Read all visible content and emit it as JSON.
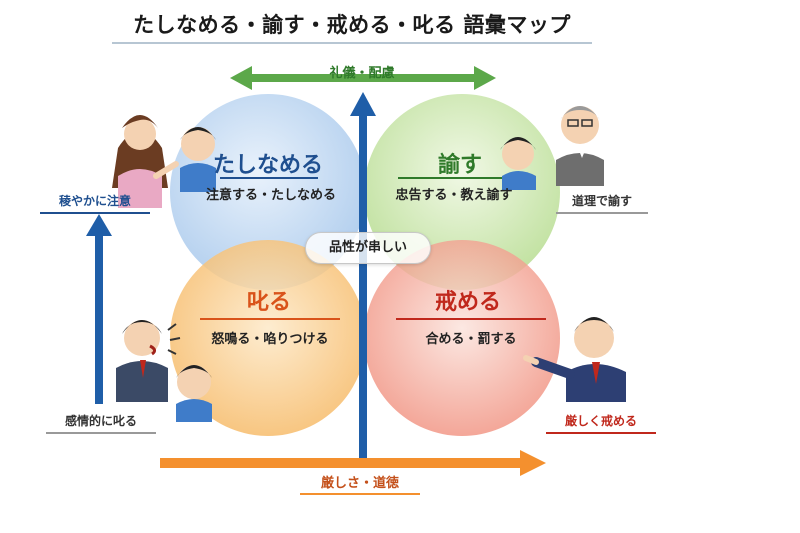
{
  "title": "たしなめる・諭す・戒める・叱る 語彙マップ",
  "axes": {
    "horizontal_top": {
      "label": "礼儀・配慮",
      "color": "#4a9a3a"
    },
    "bottom": {
      "label": "厳しさ・道徳",
      "color": "#f07a1c"
    },
    "vertical": {
      "color": "#1f5ea8"
    }
  },
  "circles": {
    "tashinameru": {
      "title": "たしなめる",
      "desc": "注意する・たしなめる",
      "color": "#1f4f8f"
    },
    "satosu": {
      "title": "諭す",
      "desc": "忠告する・教え諭す",
      "color": "#2f7a2a"
    },
    "shikaru": {
      "title": "叱る",
      "desc": "怒鳴る・啗りつける",
      "color": "#d9531a"
    },
    "imashimeru": {
      "title": "戒める",
      "desc": "合める・罰する",
      "color": "#c0281c"
    }
  },
  "center": {
    "label": "品性が串しい"
  },
  "side_labels": {
    "top_left": {
      "text": "稜やかに注意",
      "color": "#1f4f8f"
    },
    "top_right": {
      "text": "道理で諭す",
      "color": "#333333"
    },
    "bottom_left": {
      "text": "感情的に叱る",
      "color": "#333333"
    },
    "bottom_right": {
      "text": "厳しく戒める",
      "color": "#c0281c"
    }
  },
  "icons": [
    "mother-scolding-child",
    "child-listening",
    "child-looking-up",
    "elder-man-advising",
    "angry-man-shouting",
    "crying-child",
    "strict-man-pointing"
  ]
}
